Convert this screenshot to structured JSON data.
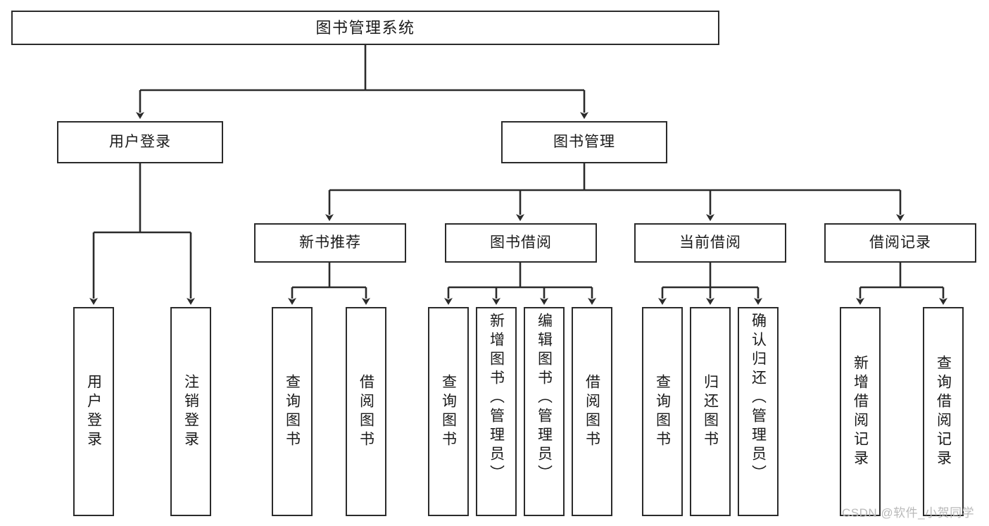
{
  "diagram": {
    "title": "图书管理系统",
    "type": "tree",
    "watermark": "CSDN @软件_小贺同学",
    "colors": {
      "box_border": "#2b2b2b",
      "box_fill": "#ffffff",
      "edge": "#2b2b2b",
      "text": "#1a1a1a",
      "watermark": "#b9b9b9"
    },
    "nodes": {
      "root": {
        "label": "图书管理系统"
      },
      "level2": [
        {
          "id": "user-login",
          "label": "用户登录"
        },
        {
          "id": "book-manage",
          "label": "图书管理"
        }
      ],
      "level3": [
        {
          "id": "new-book-recommend",
          "label": "新书推荐"
        },
        {
          "id": "book-borrow",
          "label": "图书借阅"
        },
        {
          "id": "current-borrow",
          "label": "当前借阅"
        },
        {
          "id": "borrow-record",
          "label": "借阅记录"
        }
      ],
      "leaves": [
        {
          "id": "leaf-user-login",
          "label": "用户登录",
          "parent": "user-login"
        },
        {
          "id": "leaf-logout",
          "label": "注销登录",
          "parent": "user-login"
        },
        {
          "id": "leaf-query-book-1",
          "label": "查询图书",
          "parent": "new-book-recommend"
        },
        {
          "id": "leaf-borrow-book-1",
          "label": "借阅图书",
          "parent": "new-book-recommend"
        },
        {
          "id": "leaf-query-book-2",
          "label": "查询图书",
          "parent": "book-borrow"
        },
        {
          "id": "leaf-add-book",
          "label": "新增图书（管理员）",
          "parent": "book-borrow"
        },
        {
          "id": "leaf-edit-book",
          "label": "编辑图书（管理员）",
          "parent": "book-borrow"
        },
        {
          "id": "leaf-borrow-book-2",
          "label": "借阅图书",
          "parent": "book-borrow"
        },
        {
          "id": "leaf-query-book-3",
          "label": "查询图书",
          "parent": "current-borrow"
        },
        {
          "id": "leaf-return-book",
          "label": "归还图书",
          "parent": "current-borrow"
        },
        {
          "id": "leaf-confirm-return",
          "label": "确认归还（管理员）",
          "parent": "current-borrow"
        },
        {
          "id": "leaf-add-record",
          "label": "新增借阅记录",
          "parent": "borrow-record"
        },
        {
          "id": "leaf-query-record",
          "label": "查询借阅记录",
          "parent": "borrow-record"
        }
      ]
    }
  }
}
